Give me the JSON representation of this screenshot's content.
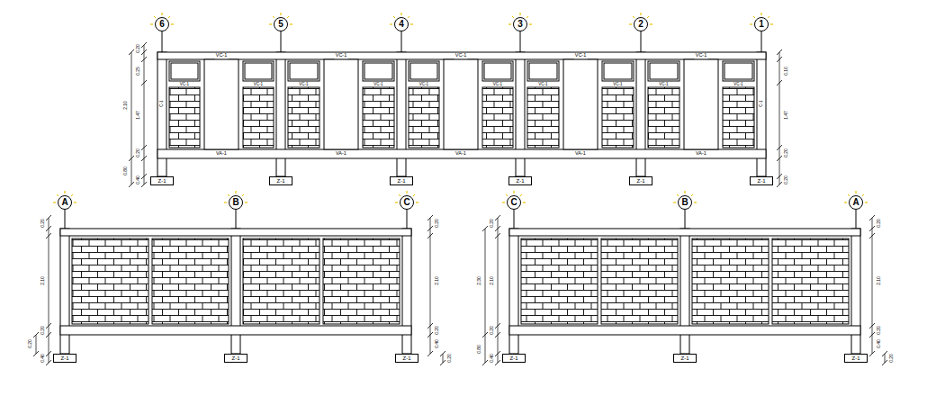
{
  "diagram": {
    "nodes": [
      {
        "text": [
          "6"
        ]
      },
      {
        "text": [
          "5"
        ]
      },
      {
        "text": [
          "4"
        ]
      },
      {
        "text": [
          "3"
        ]
      },
      {
        "text": [
          "2"
        ]
      },
      {
        "text": [
          "1"
        ]
      },
      {
        "text": [
          "Z-1"
        ]
      },
      {
        "text": [
          "Z-1"
        ]
      },
      {
        "text": [
          "Z-1"
        ]
      },
      {
        "text": [
          "Z-1"
        ]
      },
      {
        "text": [
          "Z-1"
        ]
      },
      {
        "text": [
          "Z-1"
        ]
      },
      {
        "text": [
          "A"
        ]
      },
      {
        "text": [
          "B"
        ]
      },
      {
        "text": [
          "C"
        ]
      },
      {
        "text": [
          "C"
        ]
      },
      {
        "text": [
          "B"
        ]
      },
      {
        "text": [
          "A"
        ]
      },
      {
        "text": [
          "Z-1"
        ]
      },
      {
        "text": [
          "Z-1"
        ]
      },
      {
        "text": [
          "Z-1"
        ]
      },
      {
        "text": [
          "Z-1"
        ]
      },
      {
        "text": [
          "Z-1"
        ]
      },
      {
        "text": [
          "Z-1"
        ]
      }
    ],
    "labels": [
      "VC-1",
      "VC-1",
      "VC-1",
      "VC-1",
      "VC-1",
      "VA-1",
      "VA-1",
      "VA-1",
      "VA-1",
      "VA-1",
      "VC-1",
      "VC-1",
      "VC-1",
      "VC-1",
      "VC-1",
      "VC-1",
      "VC-1",
      "VC-1",
      "VC-1",
      "VC-1",
      "C-1",
      "C-1",
      "0.20",
      "0.25",
      "1.47",
      "0.20",
      "0.40",
      "2.10",
      "0.80",
      "0.10",
      "1.47",
      "0.20",
      "0.20",
      "0.20",
      "2.10",
      "0.20",
      "0.20",
      "0.40",
      "0.20",
      "2.10",
      "0.20",
      "0.40",
      "0.20",
      "0.20",
      "2.10",
      "0.20",
      "0.40",
      "2.30",
      "0.80",
      "0.20",
      "2.10",
      "0.20",
      "0.40",
      "0.20"
    ]
  }
}
